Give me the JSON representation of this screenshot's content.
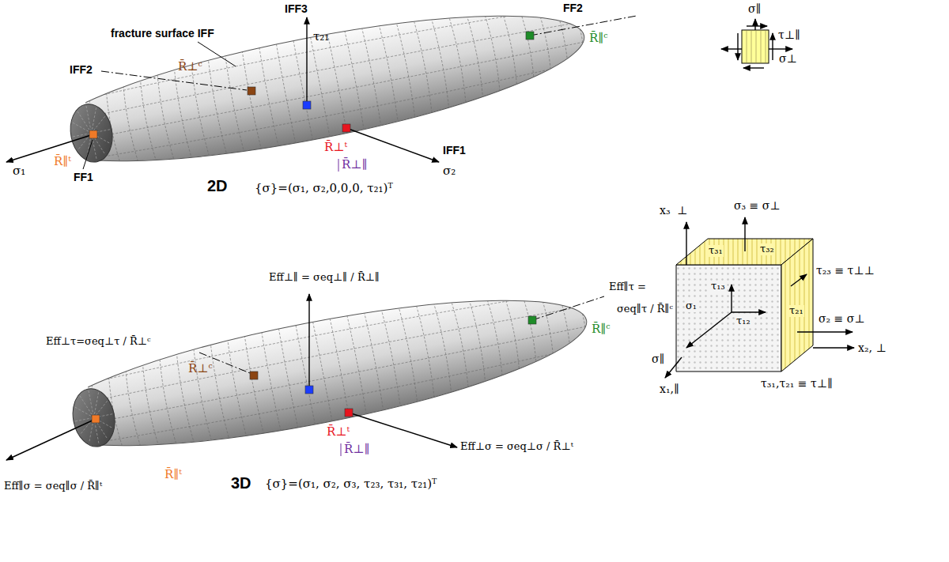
{
  "diagram": {
    "labels": [
      "IFF3",
      "τ₂₁",
      "fracture surface IFF",
      "IFF2",
      "R̄⊥ᶜ",
      "FF2",
      "R̄∥ᶜ",
      "IFF1",
      "R̄⊥ᵗ",
      "σ₂",
      "R̄⊥∥",
      "σ₁",
      "R̄∥ᵗ",
      "FF1",
      "2D",
      "{σ}=(σ₁, σ₂,0,0,0, τ₂₁)ᵀ",
      "Eff⊥∥ = σeq⊥∥ / R̄⊥∥",
      "Eff⊥τ=σeq⊥τ / R̄⊥ᶜ",
      "R̄⊥ᶜ",
      "Eff∥τ =",
      "σeq∥τ / R̄∥ᶜ",
      "R̄∥ᶜ",
      "R̄⊥ᵗ",
      "Eff⊥σ = σeq⊥σ / R̄⊥ᵗ",
      "R̄⊥∥",
      "Eff∥σ = σeq∥σ / R̄∥ᵗ",
      "R̄∥ᵗ",
      "3D",
      "{σ}=(σ₁, σ₂, σ₃, τ₂₃, τ₃₁, τ₂₁)ᵀ",
      "σ∥",
      "τ⊥∥",
      "σ⊥",
      "x₃",
      "⊥",
      "σ₃ ≡ σ⊥",
      "τ₃₁",
      "τ₃₂",
      "τ₂₃ ≡ τ⊥⊥",
      "τ₁₃",
      "σ₁",
      "τ₁₂",
      "τ₂₁",
      "σ₂ ≡ σ⊥",
      "x₂, ⊥",
      "σ∥",
      "x₁,∥",
      "τ₃₁,τ₂₁ ≡ τ⊥∥"
    ]
  }
}
